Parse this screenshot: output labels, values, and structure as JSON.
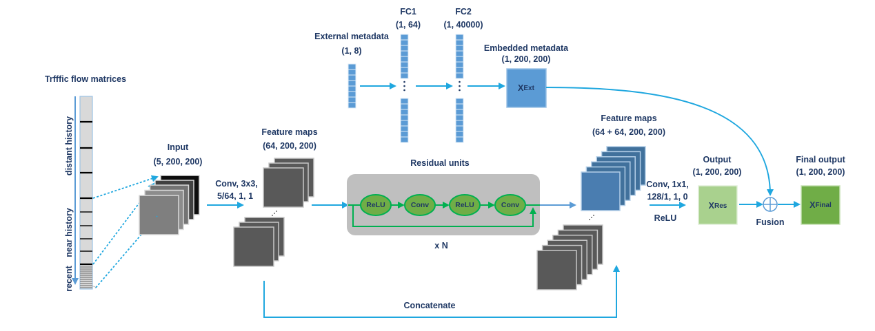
{
  "diagram": {
    "traffic": {
      "title": "Trfffic flow matrices",
      "axis_labels": {
        "distant": "distant history",
        "near": "near history",
        "recent": "recent"
      }
    },
    "input": {
      "title": "Input",
      "shape": "(5, 200, 200)"
    },
    "conv_in": {
      "line1": "Conv, 3x3,",
      "line2": "5/64, 1, 1"
    },
    "feature_maps_1": {
      "title": "Feature maps",
      "shape": "(64, 200, 200)"
    },
    "residual": {
      "title": "Residual units",
      "repeat": "x N",
      "nodes": [
        "ReLU",
        "Conv",
        "ReLU",
        "Conv"
      ]
    },
    "feature_maps_2": {
      "title": "Feature maps",
      "shape": "(64 + 64, 200, 200)"
    },
    "conv_out": {
      "line1": "Conv, 1x1,",
      "line2": "128/1, 1, 0",
      "activation": "ReLU"
    },
    "output": {
      "title": "Output",
      "shape": "(1, 200, 200)",
      "symbol": "X",
      "subscript": "Res"
    },
    "fusion": {
      "label": "Fusion"
    },
    "final_output": {
      "title": "Final output",
      "shape": "(1, 200, 200)",
      "symbol": "X",
      "subscript": "Final"
    },
    "external_metadata": {
      "title": "External metadata",
      "shape": "(1, 8)"
    },
    "fc1": {
      "title": "FC1",
      "shape": "(1, 64)"
    },
    "fc2": {
      "title": "FC2",
      "shape": "(1, 40000)"
    },
    "embedded_metadata": {
      "title": "Embedded metadata",
      "shape": "(1, 200, 200)",
      "symbol": "X",
      "subscript": "Ext"
    },
    "concatenate": {
      "label": "Concatenate"
    }
  },
  "colors": {
    "text": "#1f3864",
    "arrow": "#1fa7df",
    "residual_bg": "#bfbfbf",
    "residual_node": "#70ad47",
    "residual_link": "#00b050",
    "feature_map_gray": "#595959",
    "feature_map_blue": "#41719c",
    "metadata_blue": "#5b9bd5",
    "output_green": "#a9d18e",
    "final_green": "#70ad47"
  }
}
